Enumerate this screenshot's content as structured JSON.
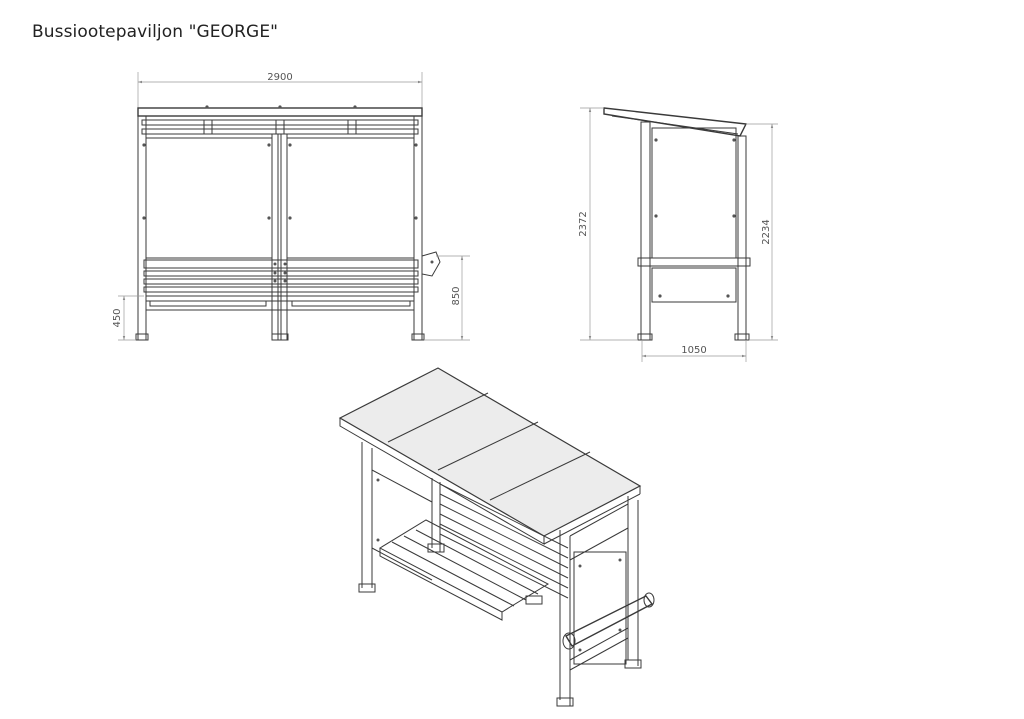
{
  "title": "Bussiootepaviljon \"GEORGE\"",
  "dimensions": {
    "front_width": "2900",
    "front_seat_height": "450",
    "front_backrest_height": "850",
    "side_total_height": "2372",
    "side_rear_height": "2234",
    "side_depth": "1050"
  }
}
